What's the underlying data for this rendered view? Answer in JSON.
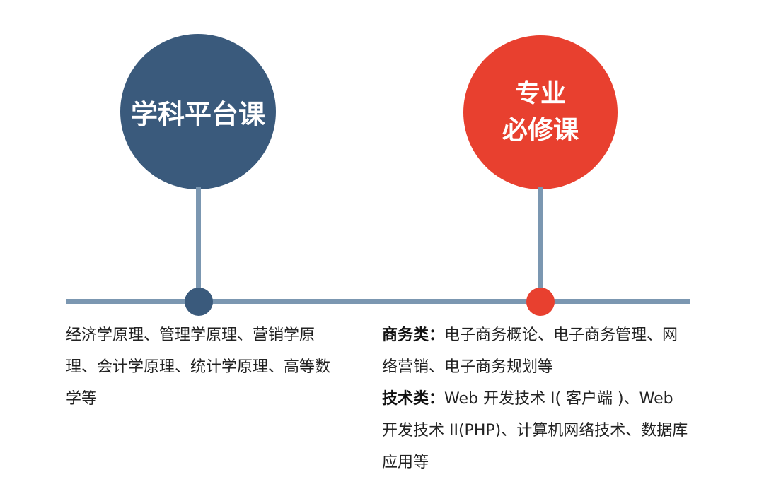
{
  "diagram": {
    "left": {
      "title": "学科平台课",
      "color": "#3a5a7c",
      "description": "经济学原理、管理学原理、营销学原理、会计学原理、统计学原理、高等数学等"
    },
    "right": {
      "title_line1": "专业",
      "title_line2": "必修课",
      "color": "#e8402f",
      "sections": [
        {
          "label": "商务类：",
          "text": "电子商务概论、电子商务管理、网络营销、电子商务规划等"
        },
        {
          "label": "技术类：",
          "text": "Web 开发技术 I( 客户端 )、Web 开发技术 II(PHP)、计算机网络技术、数据库应用等"
        }
      ]
    },
    "timeline_color": "#7b97b1"
  }
}
